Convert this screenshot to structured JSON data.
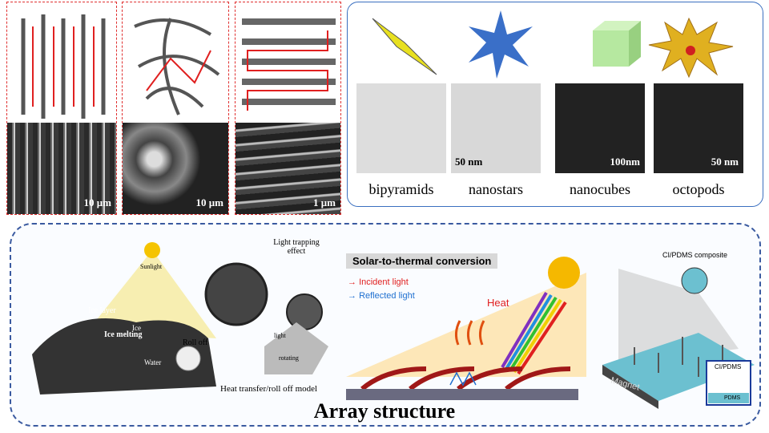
{
  "left_panels": [
    {
      "scale": "10 μm"
    },
    {
      "scale": "10 μm"
    },
    {
      "scale": "1 μm"
    }
  ],
  "nanoparticles": [
    {
      "label": "bipyramids",
      "scale": "",
      "color": "#e8e020"
    },
    {
      "label": "nanostars",
      "scale": "50 nm",
      "color": "#3a6fc8"
    },
    {
      "label": "nanocubes",
      "scale": "100nm",
      "color": "#b6e8a0"
    },
    {
      "label": "octopods",
      "scale": "50 nm",
      "color": "#e0b020"
    }
  ],
  "array": {
    "title": "Array structure",
    "ice": {
      "sunlight": "Sunlight",
      "ice_layer": "Ice layer",
      "ice": "Ice",
      "ice_melting": "Ice melting",
      "water": "Water",
      "roll_off": "Roll off",
      "light_trapping": "Light trapping effect",
      "light": "light",
      "rotating": "rotating",
      "model": "Heat transfer/roll off model"
    },
    "solar": {
      "heading": "Solar-to-thermal conversion",
      "incident": "Incident light",
      "reflected": "Reflected light",
      "heat": "Heat",
      "incident_color": "#e02020",
      "reflected_color": "#2070d0"
    },
    "magnet": {
      "composite": "CI/PDMS composite",
      "magnet": "Magnet",
      "inset_top": "CI/PDMS",
      "inset_bottom": "PDMS"
    }
  }
}
